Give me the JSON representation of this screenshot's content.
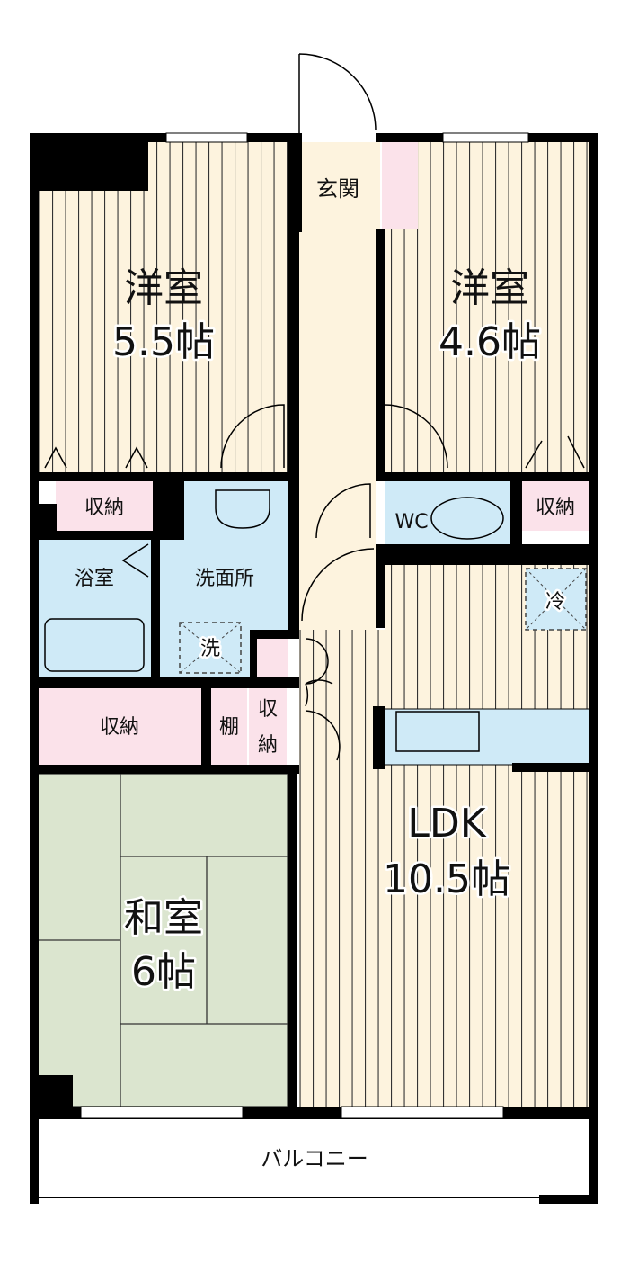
{
  "rooms": {
    "western_left": {
      "name": "洋室",
      "size": "5.5帖"
    },
    "western_right": {
      "name": "洋室",
      "size": "4.6帖"
    },
    "entrance": {
      "name": "玄関"
    },
    "storage_left_top": {
      "name": "収納"
    },
    "storage_right_top": {
      "name": "収納"
    },
    "wc": {
      "name": "WC"
    },
    "bathroom": {
      "name": "浴室"
    },
    "washroom": {
      "name": "洗面所"
    },
    "washer": {
      "name": "洗"
    },
    "fridge": {
      "name": "冷"
    },
    "storage_mid": {
      "name": "収納"
    },
    "shelf": {
      "name": "棚"
    },
    "storage_small": {
      "name1": "収",
      "name2": "納"
    },
    "japanese": {
      "name": "和室",
      "size": "6帖"
    },
    "ldk": {
      "name": "LDK",
      "size": "10.5帖"
    },
    "balcony": {
      "name": "バルコニー"
    }
  },
  "colors": {
    "floor": "#fdf3de",
    "wet": "#cfeaf7",
    "storage": "#fbe2ea",
    "tatami": "#dbe5cf",
    "wall": "#000000"
  }
}
